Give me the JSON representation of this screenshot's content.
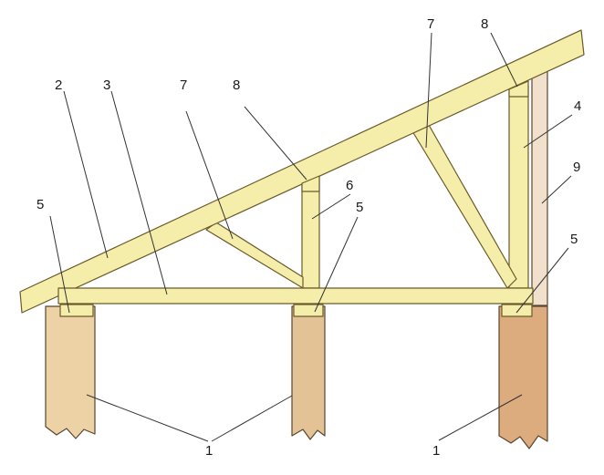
{
  "colors": {
    "timber": "#f5eeaa",
    "timber_edge": "#6b5a2a",
    "post_light": "#ecd2a4",
    "post_mid": "#e3c295",
    "post_dark": "#dcab7e",
    "wall": "#f0e0cc"
  },
  "labels": {
    "l1a": "1",
    "l1b": "1",
    "l2": "2",
    "l3": "3",
    "l4": "4",
    "l5a": "5",
    "l5b": "5",
    "l5c": "5",
    "l6": "6",
    "l7a": "7",
    "l7b": "7",
    "l8a": "8",
    "l8b": "8",
    "l9": "9"
  }
}
